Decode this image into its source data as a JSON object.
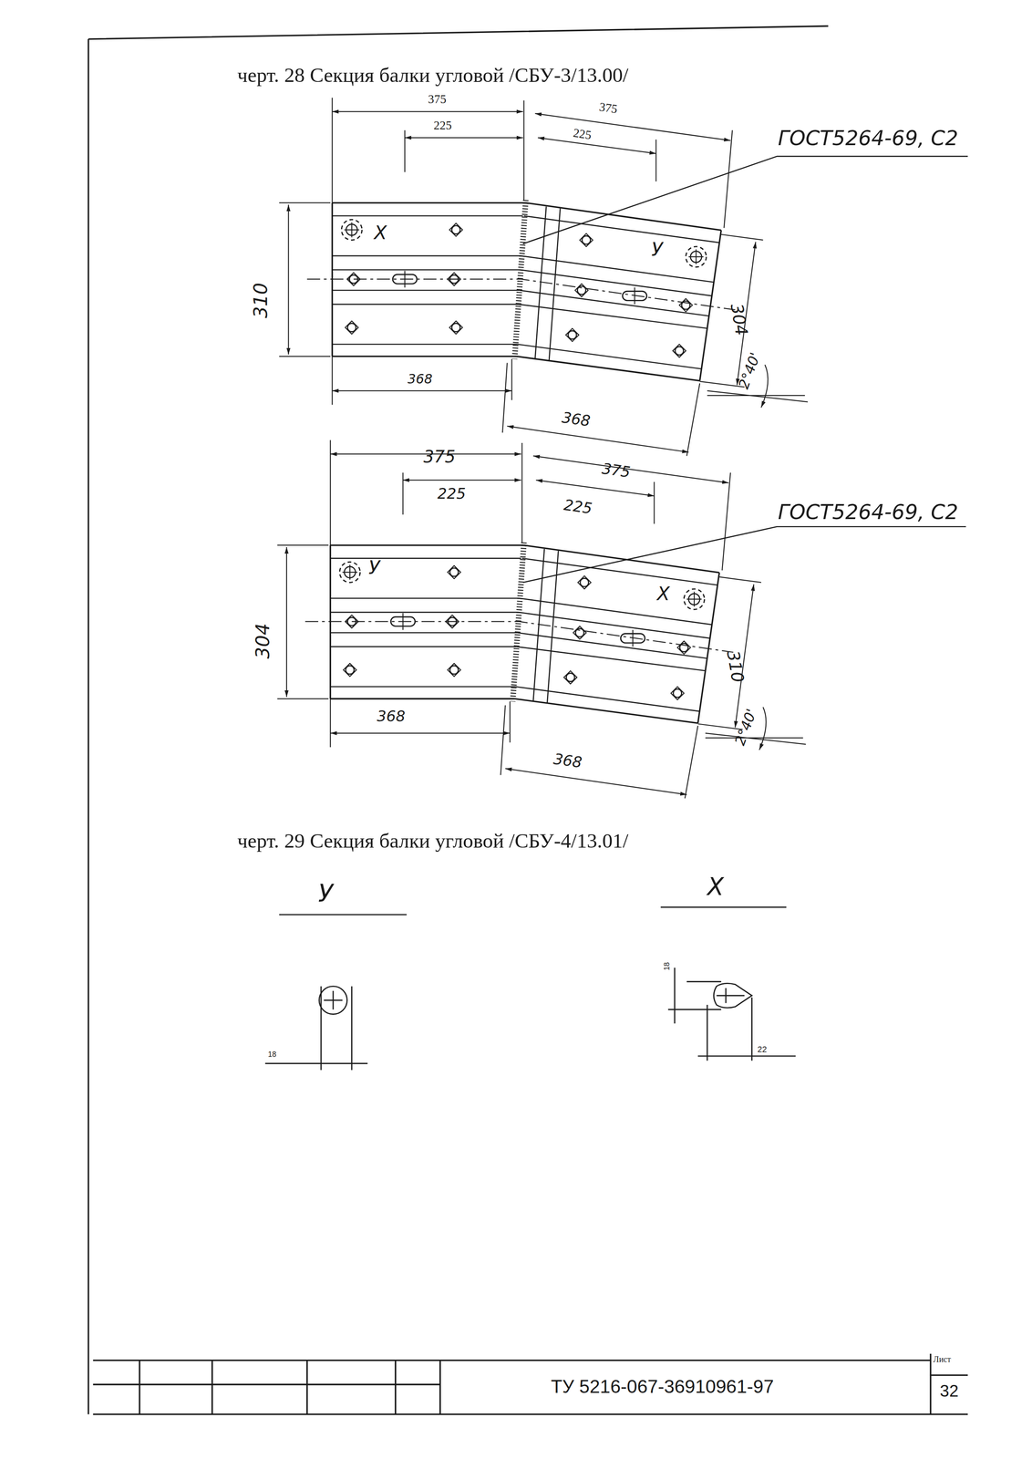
{
  "diagram": {
    "title": "черт. 28 Секция балки угловой /СБУ-3/13.00/",
    "labels": [
      "375",
      "225",
      "375",
      "225",
      "ГОСТ5264-69, С2",
      "X",
      "У",
      "310",
      "304",
      "2°40'",
      "368",
      "368",
      "375",
      "225",
      "375",
      "225",
      "ГОСТ5264-69, С2",
      "У",
      "X",
      "304",
      "310",
      "2°40'",
      "368",
      "368",
      "черт. 29 Секция балки угловой /СБУ-4/13.01/",
      "У",
      "X",
      "18",
      "18",
      "22",
      "ТУ 5216-067-36910961-97",
      "Лист",
      "32"
    ]
  }
}
